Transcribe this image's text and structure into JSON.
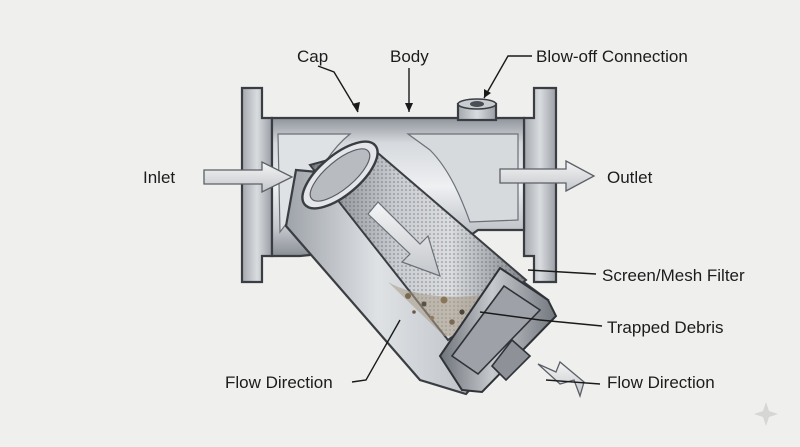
{
  "diagram": {
    "labels": {
      "cap": "Cap",
      "body": "Body",
      "blowoff": "Blow-off Connection",
      "inlet": "Inlet",
      "outlet": "Outlet",
      "screen": "Screen/Mesh Filter",
      "debris": "Trapped Debris",
      "flow_left": "Flow Direction",
      "flow_right": "Flow Direction"
    }
  }
}
